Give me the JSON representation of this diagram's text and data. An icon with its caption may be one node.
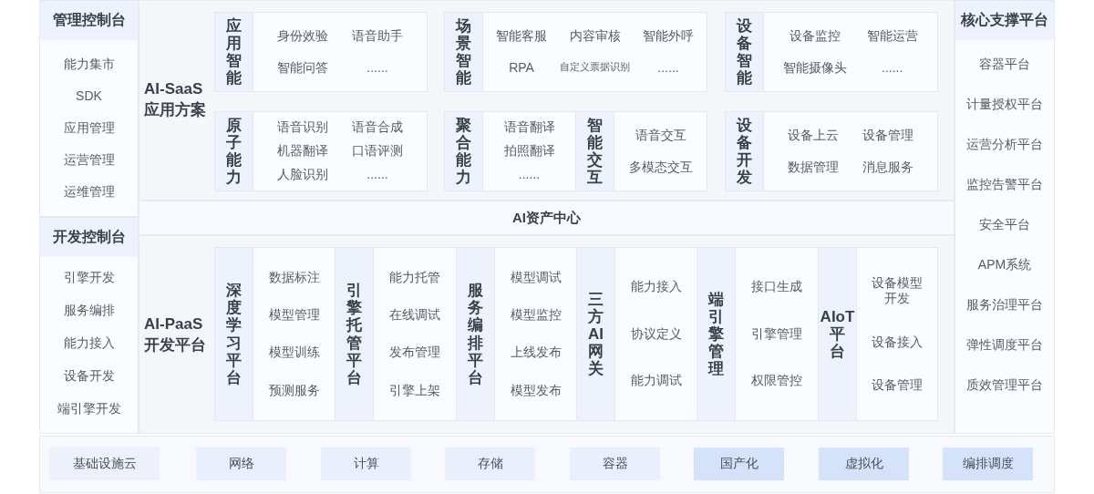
{
  "diagram": {
    "nodes": [
      {
        "text": [
          "管理控制台",
          "能力集市",
          "SDK",
          "应用管理",
          "运营管理",
          "运维管理"
        ]
      },
      {
        "text": [
          "开发控制台",
          "引擎开发",
          "服务编排",
          "能力接入",
          "设备开发",
          "端引擎开发"
        ]
      },
      {
        "text": [
          "AI-SaaS 应用方案"
        ]
      },
      {
        "text": [
          "应用智能",
          "身份效验",
          "语音助手",
          "智能问答",
          "......"
        ],
        "in": 2
      },
      {
        "text": [
          "场景智能",
          "智能客服",
          "内容审核",
          "智能外呼",
          "RPA",
          "自定义票据识别",
          "......"
        ],
        "in": 2
      },
      {
        "text": [
          "设备智能",
          "设备监控",
          "智能运营",
          "智能摄像头",
          "......"
        ],
        "in": 2
      },
      {
        "text": [
          "原子能力",
          "语音识别",
          "语音合成",
          "机器翻译",
          "口语评测",
          "人脸识别",
          "......"
        ],
        "in": 2
      },
      {
        "text": [
          "聚合能力",
          "语音翻译",
          "拍照翻译",
          "......"
        ],
        "in": 2
      },
      {
        "text": [
          "智能交互",
          "语音交互",
          "多模态交互"
        ],
        "in": 2
      },
      {
        "text": [
          "设备开发",
          "设备上云",
          "设备管理",
          "数据管理",
          "消息服务"
        ],
        "in": 2
      },
      {
        "text": [
          "AI资产中心"
        ]
      },
      {
        "text": [
          "AI-PaaS 开发平台"
        ]
      },
      {
        "text": [
          "深度学习平台",
          "数据标注",
          "模型管理",
          "模型训练",
          "预测服务"
        ],
        "in": 11
      },
      {
        "text": [
          "引擎托管平台",
          "能力托管",
          "在线调试",
          "发布管理",
          "引擎上架"
        ],
        "in": 11
      },
      {
        "text": [
          "服务编排平台",
          "模型调试",
          "模型监控",
          "上线发布",
          "模型发布"
        ],
        "in": 11
      },
      {
        "text": [
          "三方AI网关",
          "能力接入",
          "协议定义",
          "能力调试"
        ],
        "in": 11
      },
      {
        "text": [
          "端引擎管理",
          "接口生成",
          "引擎管理",
          "权限管控"
        ],
        "in": 11
      },
      {
        "text": [
          "AIoT平台",
          "设备模型开发",
          "设备接入",
          "设备管理"
        ],
        "in": 11
      },
      {
        "text": [
          "核心支撑平台",
          "容器平台",
          "计量授权平台",
          "运营分析平台",
          "监控告警平台",
          "安全平台",
          "APM系统",
          "服务治理平台",
          "弹性调度平台",
          "质效管理平台"
        ]
      },
      {
        "text": [],
        "shape": "box"
      },
      {
        "text": [
          "基础设施云"
        ],
        "in": 19
      },
      {
        "text": [
          "网络"
        ],
        "in": 19
      },
      {
        "text": [
          "计算"
        ],
        "in": 19
      },
      {
        "text": [
          "存储"
        ],
        "in": 19
      },
      {
        "text": [
          "容器"
        ],
        "in": 19
      },
      {
        "text": [
          "国产化"
        ],
        "in": 19
      },
      {
        "text": [
          "虚拟化"
        ],
        "in": 19
      },
      {
        "text": [
          "编排调度"
        ],
        "in": 19
      }
    ]
  }
}
